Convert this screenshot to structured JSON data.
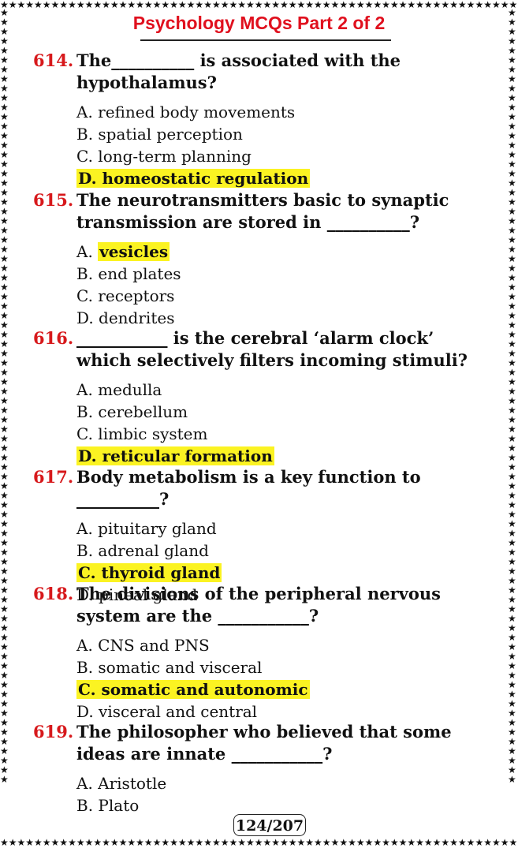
{
  "title": "Psychology MCQs Part 2 of 2",
  "page_number": "124/207",
  "highlight_color": "#fbf322",
  "number_color": "#d7191c",
  "questions": [
    {
      "number": "614.",
      "text": "The__________ is associated with the hypothalamus?",
      "options": [
        {
          "text": "A. refined body movements"
        },
        {
          "text": "B. spatial perception"
        },
        {
          "text": "C. long-term planning"
        },
        {
          "text": "D. homeostatic regulation",
          "correct": true
        }
      ]
    },
    {
      "number": "615.",
      "text": "The neurotransmitters basic to synaptic transmission are stored in __________?",
      "options": [
        {
          "prefix": "A. ",
          "answer": "vesicles",
          "correct": true
        },
        {
          "text": "B. end plates"
        },
        {
          "text": "C. receptors"
        },
        {
          "text": "D. dendrites"
        }
      ]
    },
    {
      "number": "616.",
      "text": "___________ is the cerebral ‘alarm clock’ which selectively filters incoming stimuli?",
      "options": [
        {
          "text": "A. medulla"
        },
        {
          "text": "B. cerebellum"
        },
        {
          "text": "C. limbic system"
        },
        {
          "text": "D. reticular formation",
          "correct": true
        }
      ]
    },
    {
      "number": "617.",
      "text": "Body metabolism is a key function to __________?",
      "options": [
        {
          "text": "A. pituitary gland"
        },
        {
          "text": "B. adrenal gland"
        },
        {
          "text": "C. thyroid gland",
          "correct": true
        },
        {
          "text": "D. pineal gland"
        }
      ]
    },
    {
      "number": "618.",
      "text": "The divisions of the peripheral nervous system are the ___________?",
      "options": [
        {
          "text": "A. CNS and PNS"
        },
        {
          "text": "B. somatic and visceral"
        },
        {
          "text": "C. somatic and autonomic",
          "correct": true
        },
        {
          "text": "D. visceral and central"
        }
      ]
    },
    {
      "number": "619.",
      "text": "The philosopher who believed that some ideas are innate ___________?",
      "options": [
        {
          "text": "A. Aristotle"
        },
        {
          "text": "B. Plato"
        }
      ]
    }
  ]
}
